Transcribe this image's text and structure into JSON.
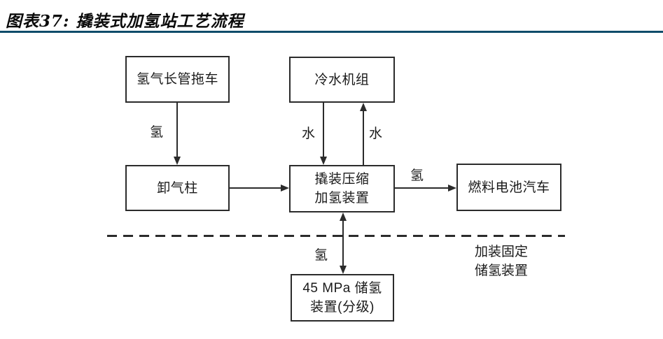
{
  "header": {
    "title": "图表37: 撬装式加氢站工艺流程"
  },
  "diagram": {
    "nodes": {
      "trailer": {
        "label": "氢气长管拖车"
      },
      "chiller": {
        "label": "冷水机组"
      },
      "unloading": {
        "label": "卸气柱"
      },
      "compressor": {
        "label": "撬装压缩\n加氢装置"
      },
      "vehicle": {
        "label": "燃料电池汽车"
      },
      "storage": {
        "label": "45 MPa 储氢\n装置(分级)"
      }
    },
    "edge_labels": {
      "hydrogen_trailer_to_unloading": "氢",
      "water_supply": "水",
      "water_return": "水",
      "hydrogen_to_vehicle": "氢",
      "hydrogen_to_storage": "氢"
    },
    "annotation": "加装固定\n储氢装置"
  },
  "colors": {
    "divider": "#0f4c6a",
    "line": "#2b2b2b"
  }
}
